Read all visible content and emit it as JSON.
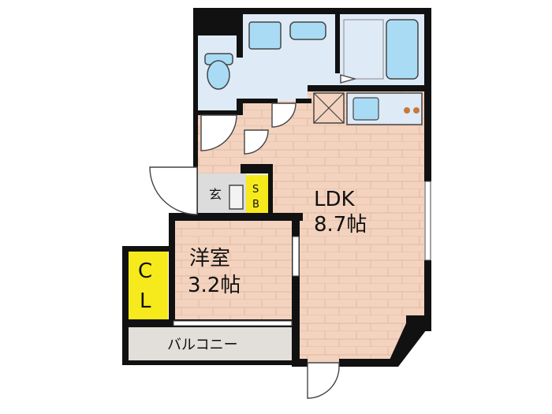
{
  "rooms": {
    "ldk": {
      "name": "LDK",
      "size": "8.7帖"
    },
    "western": {
      "name": "洋室",
      "size": "3.2帖"
    },
    "cl_top": "C",
    "cl_bottom": "L",
    "sb_top": "S",
    "sb_bottom": "B",
    "entrance": "玄",
    "balcony": "バルコニー"
  },
  "colors": {
    "wall": "#111111",
    "wood_floor": "#f3d3bf",
    "tile": "#dfeaf7",
    "fixture": "#a9dcf4",
    "storage": "#f6ea1d",
    "entry_floor": "#dcdcdc",
    "balcony": "#e2ded9"
  }
}
